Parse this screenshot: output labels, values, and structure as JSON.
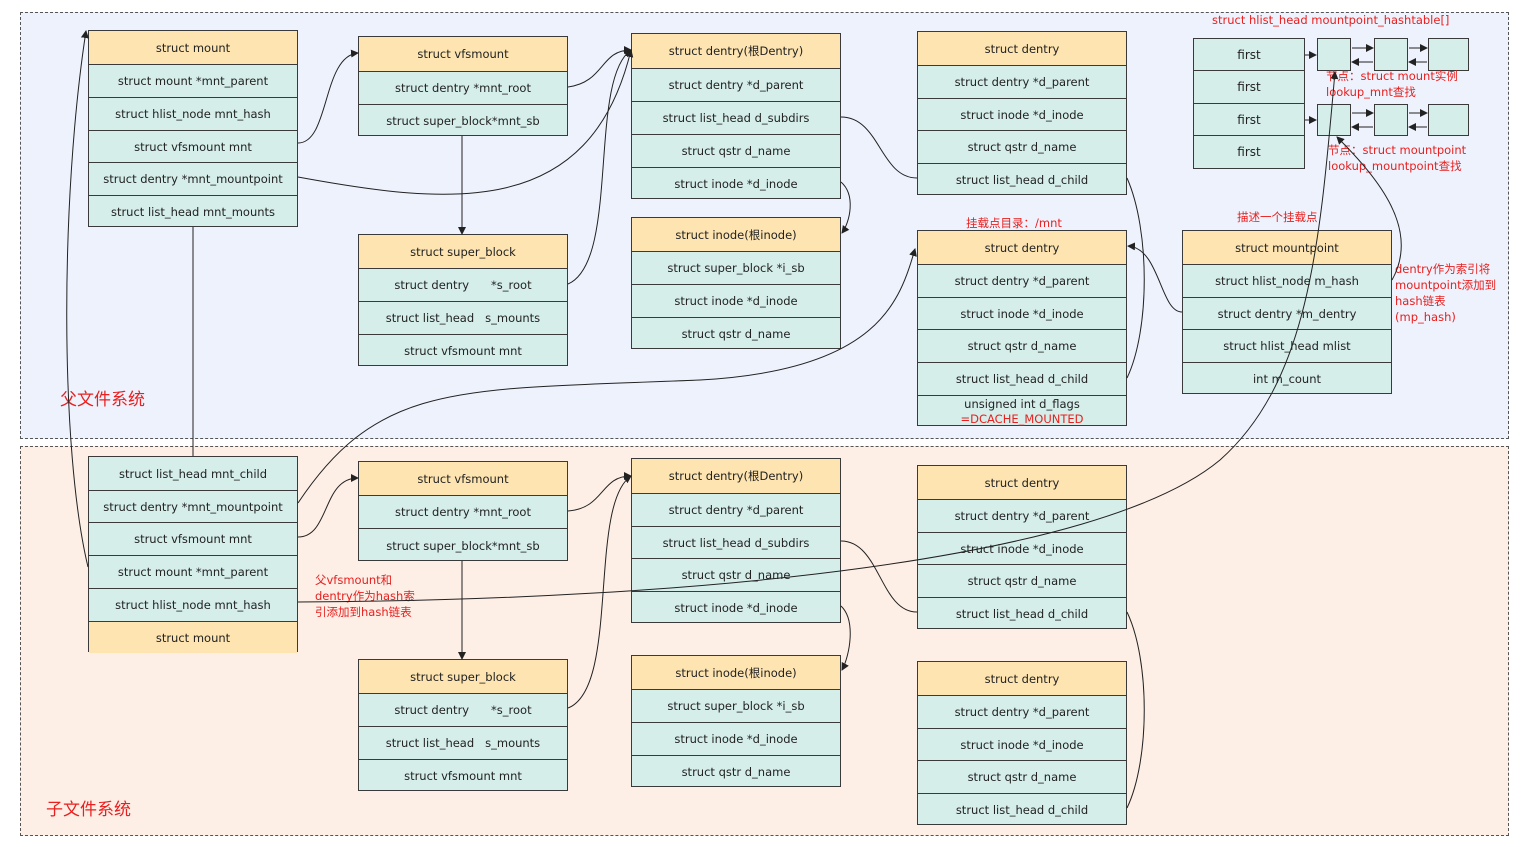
{
  "regions": {
    "parent_label": "父文件系统",
    "child_label": "子文件系统"
  },
  "hashtable": {
    "title": "struct hlist_head mountpoint_hashtable[]",
    "rows": [
      "first",
      "first",
      "first",
      "first"
    ],
    "note1": [
      "节点：struct mount实例",
      "lookup_mnt查找"
    ],
    "note2": [
      "节点：struct mountpoint",
      "lookup_mountpoint查找"
    ]
  },
  "annotations": {
    "mount_dir": "挂载点目录：/mnt",
    "describe_mountpoint": "描述一个挂载点",
    "dentry_index": [
      "dentry作为索引将",
      "mountpoint添加到",
      "hash链表",
      "(mp_hash)"
    ],
    "vfsmount_hash": [
      "父vfsmount和",
      "dentry作为hash索",
      "引添加到hash链表"
    ]
  },
  "boxes": {
    "p_mount": {
      "head": "struct mount",
      "rows": [
        "struct mount *mnt_parent",
        "struct hlist_node mnt_hash",
        "struct vfsmount mnt",
        "struct dentry *mnt_mountpoint",
        "struct list_head mnt_mounts"
      ]
    },
    "p_vfsmount": {
      "head": "struct vfsmount",
      "rows": [
        "struct dentry *mnt_root",
        "struct super_block*mnt_sb"
      ]
    },
    "p_super_block": {
      "head": "struct super_block",
      "rows": [
        "struct dentry      *s_root",
        "struct list_head   s_mounts",
        "struct vfsmount mnt"
      ]
    },
    "p_root_dentry": {
      "head": "struct dentry(根Dentry)",
      "rows": [
        "struct dentry *d_parent",
        "struct list_head d_subdirs",
        "struct qstr d_name",
        "struct inode *d_inode"
      ]
    },
    "p_root_inode": {
      "head": "struct inode(根inode)",
      "rows": [
        "struct super_block *i_sb",
        "struct inode *d_inode",
        "struct qstr d_name"
      ]
    },
    "p_dentry1": {
      "head": "struct dentry",
      "rows": [
        "struct dentry *d_parent",
        "struct inode *d_inode",
        "struct qstr d_name",
        "struct list_head d_child"
      ]
    },
    "p_dentry_mnt": {
      "head": "struct dentry",
      "rows": [
        "struct dentry *d_parent",
        "struct inode *d_inode",
        "struct qstr d_name",
        "struct list_head d_child"
      ],
      "flags1": "unsigned int d_flags",
      "flags2": "=DCACHE_MOUNTED"
    },
    "p_mountpoint": {
      "head": "struct mountpoint",
      "rows": [
        "struct hlist_node m_hash",
        "struct dentry *m_dentry",
        "struct hlist_head mlist",
        "int m_count"
      ]
    },
    "c_mount": {
      "head": "struct mount",
      "rows": [
        "struct list_head mnt_child",
        "struct dentry *mnt_mountpoint",
        "struct vfsmount mnt",
        "struct mount *mnt_parent",
        "struct hlist_node mnt_hash"
      ]
    },
    "c_vfsmount": {
      "head": "struct vfsmount",
      "rows": [
        "struct dentry *mnt_root",
        "struct super_block*mnt_sb"
      ]
    },
    "c_super_block": {
      "head": "struct super_block",
      "rows": [
        "struct dentry      *s_root",
        "struct list_head   s_mounts",
        "struct vfsmount mnt"
      ]
    },
    "c_root_dentry": {
      "head": "struct dentry(根Dentry)",
      "rows": [
        "struct dentry *d_parent",
        "struct list_head d_subdirs",
        "struct qstr d_name",
        "struct inode *d_inode"
      ]
    },
    "c_root_inode": {
      "head": "struct inode(根inode)",
      "rows": [
        "struct super_block *i_sb",
        "struct inode *d_inode",
        "struct qstr d_name"
      ]
    },
    "c_dentry1": {
      "head": "struct dentry",
      "rows": [
        "struct dentry *d_parent",
        "struct inode *d_inode",
        "struct qstr d_name",
        "struct list_head d_child"
      ]
    },
    "c_dentry2": {
      "head": "struct dentry",
      "rows": [
        "struct dentry *d_parent",
        "struct inode *d_inode",
        "struct qstr d_name",
        "struct list_head d_child"
      ]
    }
  }
}
